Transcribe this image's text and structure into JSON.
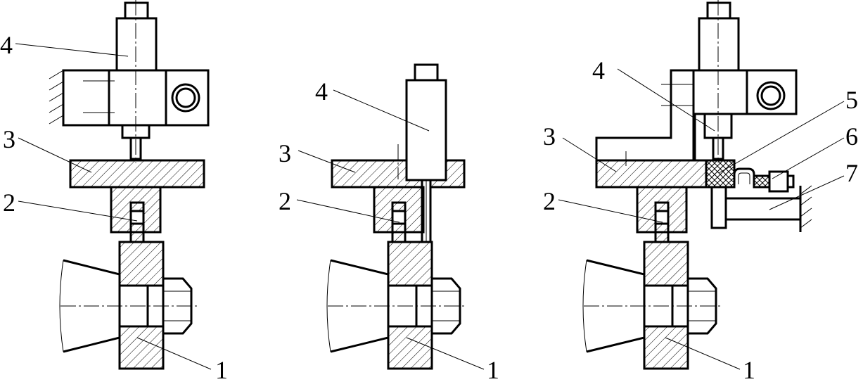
{
  "figure": {
    "views": [
      {
        "id": "left",
        "labels": [
          {
            "part": "part-1",
            "text": "1"
          },
          {
            "part": "part-2",
            "text": "2"
          },
          {
            "part": "part-3",
            "text": "3"
          },
          {
            "part": "part-4",
            "text": "4"
          }
        ]
      },
      {
        "id": "middle",
        "labels": [
          {
            "part": "part-1",
            "text": "1"
          },
          {
            "part": "part-2",
            "text": "2"
          },
          {
            "part": "part-3",
            "text": "3"
          },
          {
            "part": "part-4",
            "text": "4"
          }
        ]
      },
      {
        "id": "right",
        "labels": [
          {
            "part": "part-1",
            "text": "1"
          },
          {
            "part": "part-2",
            "text": "2"
          },
          {
            "part": "part-3",
            "text": "3"
          },
          {
            "part": "part-4",
            "text": "4"
          },
          {
            "part": "part-5",
            "text": "5"
          },
          {
            "part": "part-6",
            "text": "6"
          },
          {
            "part": "part-7",
            "text": "7"
          }
        ]
      }
    ]
  }
}
